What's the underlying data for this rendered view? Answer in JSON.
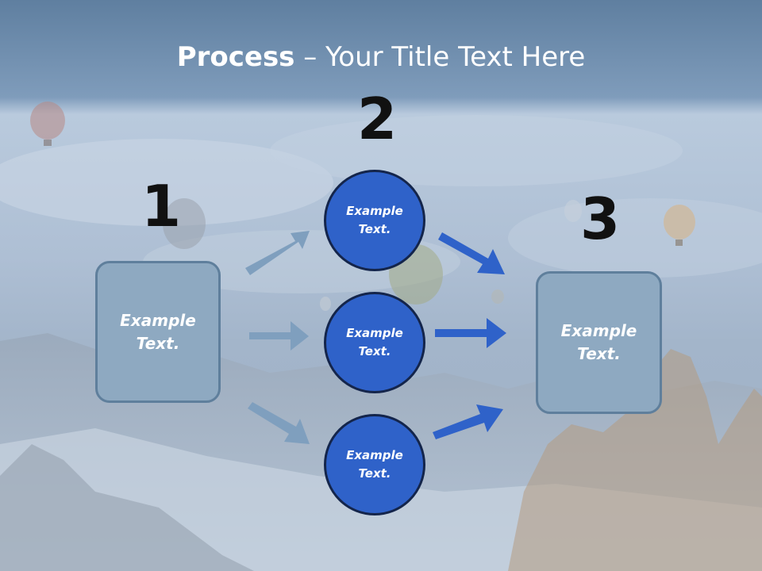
{
  "title": {
    "bold": "Process",
    "rest": " – Your Title Text Here"
  },
  "steps": [
    {
      "number": "1",
      "text": "Example Text."
    },
    {
      "number": "2",
      "text": "Example Text."
    },
    {
      "number": "3",
      "text": "Example Text."
    }
  ],
  "middle_nodes": [
    {
      "text": "Example Text."
    },
    {
      "text": "Example Text."
    },
    {
      "text": "Example Text."
    }
  ],
  "colors": {
    "circle_fill": "#2f62c9",
    "box_fill": "#8ea9c1",
    "left_arrows": "#7f9fbe",
    "right_arrows": "#2f62c9"
  }
}
